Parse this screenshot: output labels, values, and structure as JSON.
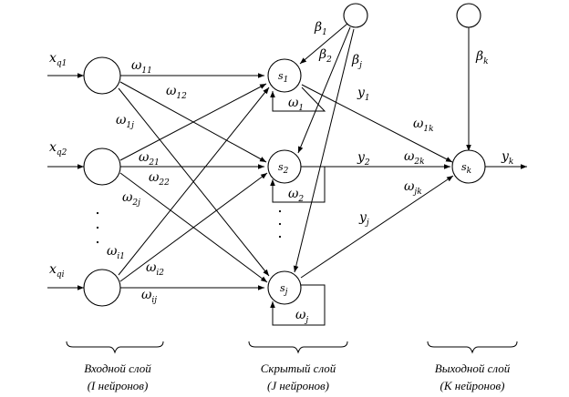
{
  "inputs": [
    {
      "base": "x",
      "sub": "q1"
    },
    {
      "base": "x",
      "sub": "q2"
    },
    {
      "base": "x",
      "sub": "qi"
    }
  ],
  "input_weights": [
    {
      "base": "ω",
      "sub": "11"
    },
    {
      "base": "ω",
      "sub": "12"
    },
    {
      "base": "ω",
      "sub": "1j"
    },
    {
      "base": "ω",
      "sub": "21"
    },
    {
      "base": "ω",
      "sub": "22"
    },
    {
      "base": "ω",
      "sub": "2j"
    },
    {
      "base": "ω",
      "sub": "i1"
    },
    {
      "base": "ω",
      "sub": "i2"
    },
    {
      "base": "ω",
      "sub": "ij"
    }
  ],
  "hidden": [
    {
      "base": "s",
      "sub": "1"
    },
    {
      "base": "s",
      "sub": "2"
    },
    {
      "base": "s",
      "sub": "j"
    }
  ],
  "hidden_feedback": [
    {
      "base": "ω",
      "sub": "1"
    },
    {
      "base": "ω",
      "sub": "2"
    },
    {
      "base": "ω",
      "sub": "j"
    }
  ],
  "hidden_bias": [
    {
      "base": "β",
      "sub": "1"
    },
    {
      "base": "β",
      "sub": "2"
    },
    {
      "base": "β",
      "sub": "j"
    }
  ],
  "hidden_outputs": [
    {
      "base": "y",
      "sub": "1"
    },
    {
      "base": "y",
      "sub": "2"
    },
    {
      "base": "y",
      "sub": "j"
    }
  ],
  "output_weights": [
    {
      "base": "ω",
      "sub": "1k"
    },
    {
      "base": "ω",
      "sub": "2k"
    },
    {
      "base": "ω",
      "sub": "jk"
    }
  ],
  "output_node": {
    "base": "s",
    "sub": "k"
  },
  "output_bias": {
    "base": "β",
    "sub": "k"
  },
  "output": {
    "base": "y",
    "sub": "k"
  },
  "captions": {
    "input_line1": "Входной слой",
    "input_line2": "(I нейронов)",
    "hidden_line1": "Скрытый слой",
    "hidden_line2": "(J нейронов)",
    "output_line1": "Выходной слой",
    "output_line2": "(K нейронов)"
  }
}
